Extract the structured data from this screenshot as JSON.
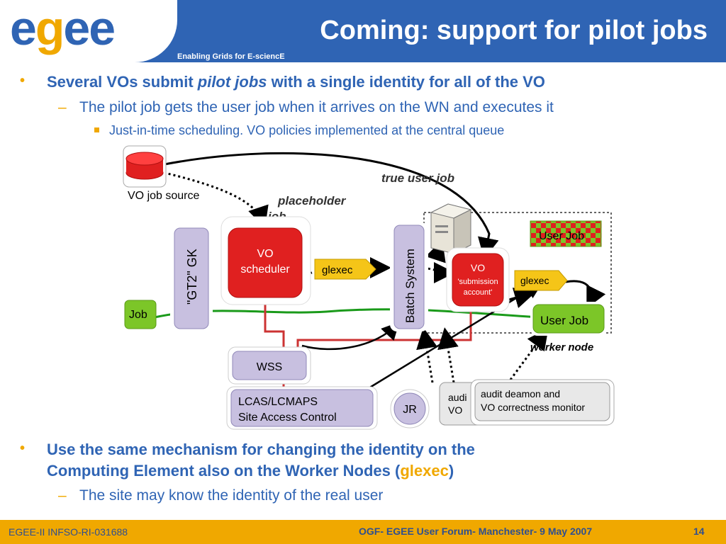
{
  "header": {
    "logo": "egee",
    "tagline": "Enabling Grids for E-sciencE",
    "title": "Coming: support for pilot jobs"
  },
  "bullets": {
    "b1_part1": "Several VOs submit ",
    "b1_italic": "pilot jobs",
    "b1_part2": " with a single identity for all of the VO",
    "b1_sub": "The pilot job gets the user job when it arrives on the WN and executes it",
    "b1_subsub": "Just-in-time scheduling. VO policies implemented at the central queue",
    "b2_line1": "Use the same mechanism for changing the identity on the",
    "b2_line2": "Computing Element also on the Worker Nodes (",
    "b2_glexec": "glexec",
    "b2_close": ")",
    "b2_sub": "The site may know the identity of the real user"
  },
  "diagram": {
    "vo_job_source": "VO job source",
    "placeholder_job_1": "placeholder",
    "placeholder_job_2": "job",
    "true_user_job": "true user job",
    "gt2_gk": "\"GT2\" GK",
    "vo_scheduler_1": "VO",
    "vo_scheduler_2": "scheduler",
    "glexec_left": "glexec",
    "batch_system": "Batch System",
    "vo_submission_1": "VO",
    "vo_submission_2": "'submission",
    "vo_submission_3": "account'",
    "glexec_right": "glexec",
    "user_job_checkered": "User Job",
    "user_job_green": "User Job",
    "job": "Job",
    "worker_node": "worker node",
    "wss": "WSS",
    "lcas_1": "LCAS/LCMAPS",
    "lcas_2": "Site Access Control",
    "jr": "JR",
    "audit_back_1": "audi",
    "audit_back_2": "VO",
    "audit_front_1": "audit deamon and",
    "audit_front_2": "VO correctness monitor"
  },
  "footer": {
    "left": "EGEE-II INFSO-RI-031688",
    "center": "OGF- EGEE User Forum- Manchester- 9 May 2007",
    "page": "14"
  },
  "colors": {
    "header_blue": "#2f64b4",
    "accent_orange": "#f0a800",
    "node_red": "#e02020",
    "node_lavender": "#c8c0e0",
    "node_green": "#7cc628"
  }
}
